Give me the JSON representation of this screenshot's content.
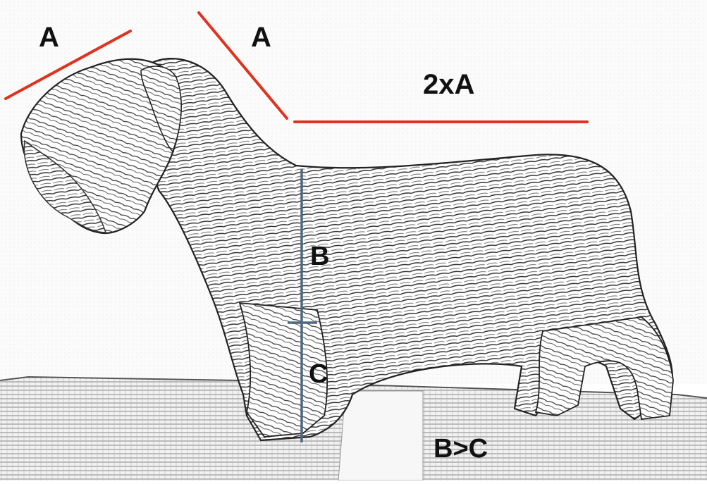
{
  "labels": {
    "a_head": "A",
    "a_neck": "A",
    "two_a": "2xA",
    "b": "B",
    "c": "C",
    "b_gt_c": "B>C"
  },
  "colors": {
    "proportion_lines": "#e0321e",
    "height_line": "#4e6880",
    "sketch": "#2a2a2a"
  }
}
